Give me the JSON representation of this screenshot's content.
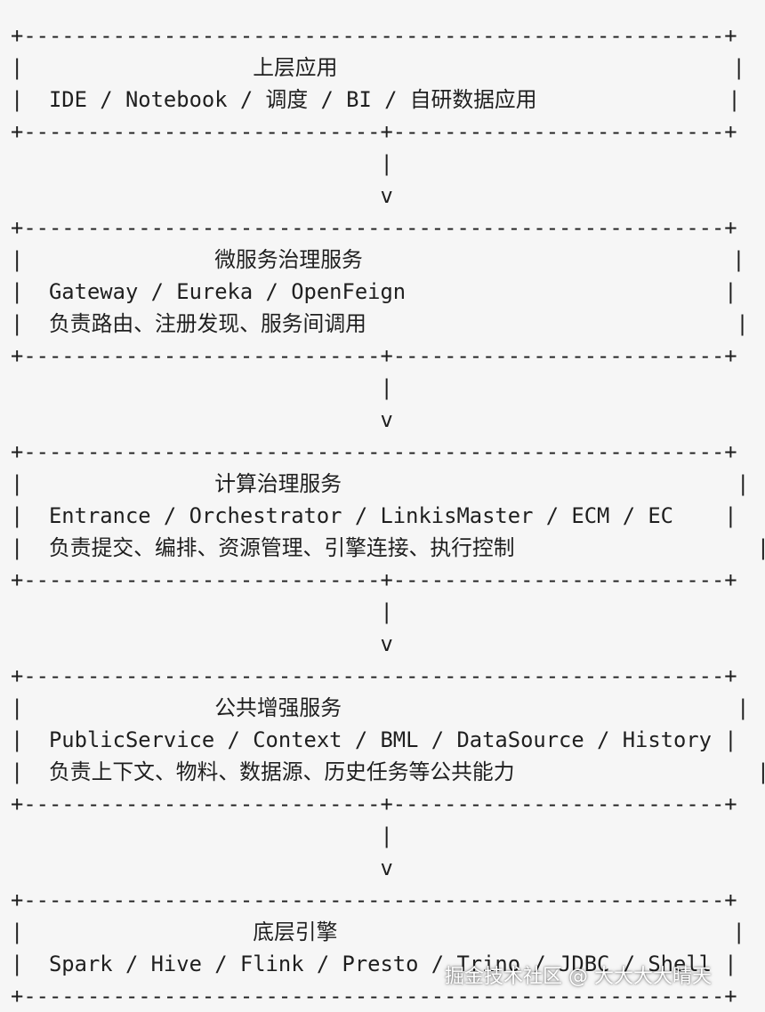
{
  "diagram": {
    "lines": [
      "+-------------------------------------------------------+",
      "|                  上层应用                               |",
      "|  IDE / Notebook / 调度 / BI / 自研数据应用               |",
      "+----------------------------+--------------------------+",
      "                             |",
      "                             v",
      "+-------------------------------------------------------+",
      "|               微服务治理服务                             |",
      "|  Gateway / Eureka / OpenFeign                         |",
      "|  负责路由、注册发现、服务间调用                             |",
      "+----------------------------+--------------------------+",
      "                             |",
      "                             v",
      "+-------------------------------------------------------+",
      "|               计算治理服务                               |",
      "|  Entrance / Orchestrator / LinkisMaster / ECM / EC    |",
      "|  负责提交、编排、资源管理、引擎连接、执行控制                   |",
      "+----------------------------+--------------------------+",
      "                             |",
      "                             v",
      "+-------------------------------------------------------+",
      "|               公共增强服务                               |",
      "|  PublicService / Context / BML / DataSource / History |",
      "|  负责上下文、物料、数据源、历史任务等公共能力                   |",
      "+----------------------------+--------------------------+",
      "                             |",
      "                             v",
      "+-------------------------------------------------------+",
      "|                  底层引擎                               |",
      "|  Spark / Hive / Flink / Presto / Trino / JDBC / Shell |",
      "+-------------------------------------------------------+"
    ]
  },
  "watermark": "掘金技术社区 @ 大大大大晴天"
}
